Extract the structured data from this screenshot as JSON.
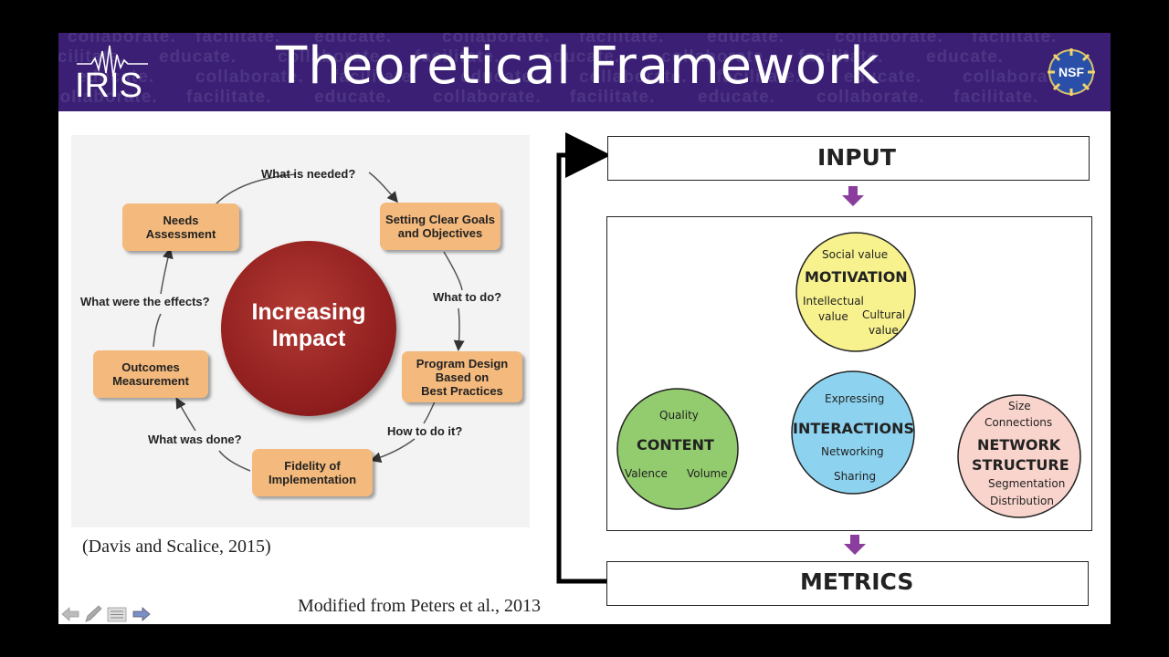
{
  "header": {
    "title": "Theoretical Framework",
    "background_words": [
      "collaborate.",
      "facilitate.",
      "educate."
    ],
    "banner_color": "#3a1f75",
    "left_logo_text": "IRIS",
    "right_logo_text": "NSF"
  },
  "left_diagram": {
    "center_label_line1": "Increasing",
    "center_label_line2": "Impact",
    "steps": [
      {
        "line1": "Needs",
        "line2": "Assessment"
      },
      {
        "line1": "Setting Clear Goals",
        "line2": "and Objectives"
      },
      {
        "line1": "Program Design",
        "line2": "Based on",
        "line3": "Best Practices"
      },
      {
        "line1": "Fidelity of",
        "line2": "Implementation"
      },
      {
        "line1": "Outcomes",
        "line2": "Measurement"
      }
    ],
    "questions": [
      "What is needed?",
      "What to do?",
      "How to do it?",
      "What was done?",
      "What were the effects?"
    ],
    "citation": "(Davis and Scalice, 2015)"
  },
  "right_diagram": {
    "input_label": "INPUT",
    "metrics_label": "METRICS",
    "motivation": {
      "top": "Social value",
      "title": "MOTIVATION",
      "left_line1": "Intellectual",
      "left_line2": "value",
      "right_line1": "Cultural",
      "right_line2": "value",
      "color": "#f7f28d"
    },
    "interactions": {
      "top": "Expressing",
      "title": "INTERACTIONS",
      "line1": "Networking",
      "line2": "Sharing",
      "color": "#8dd3f0"
    },
    "content": {
      "top": "Quality",
      "title": "CONTENT",
      "left": "Valence",
      "right": "Volume",
      "color": "#93cc6e"
    },
    "network": {
      "line1": "Size",
      "line2": "Connections",
      "title1": "NETWORK",
      "title2": "STRUCTURE",
      "line3": "Segmentation",
      "line4": "Distribution",
      "color": "#f9d4cc"
    },
    "citation": "Modified from Peters et al., 2013"
  },
  "nav_icons": [
    "back-arrow-icon",
    "pen-icon",
    "menu-icon",
    "forward-arrow-icon"
  ]
}
